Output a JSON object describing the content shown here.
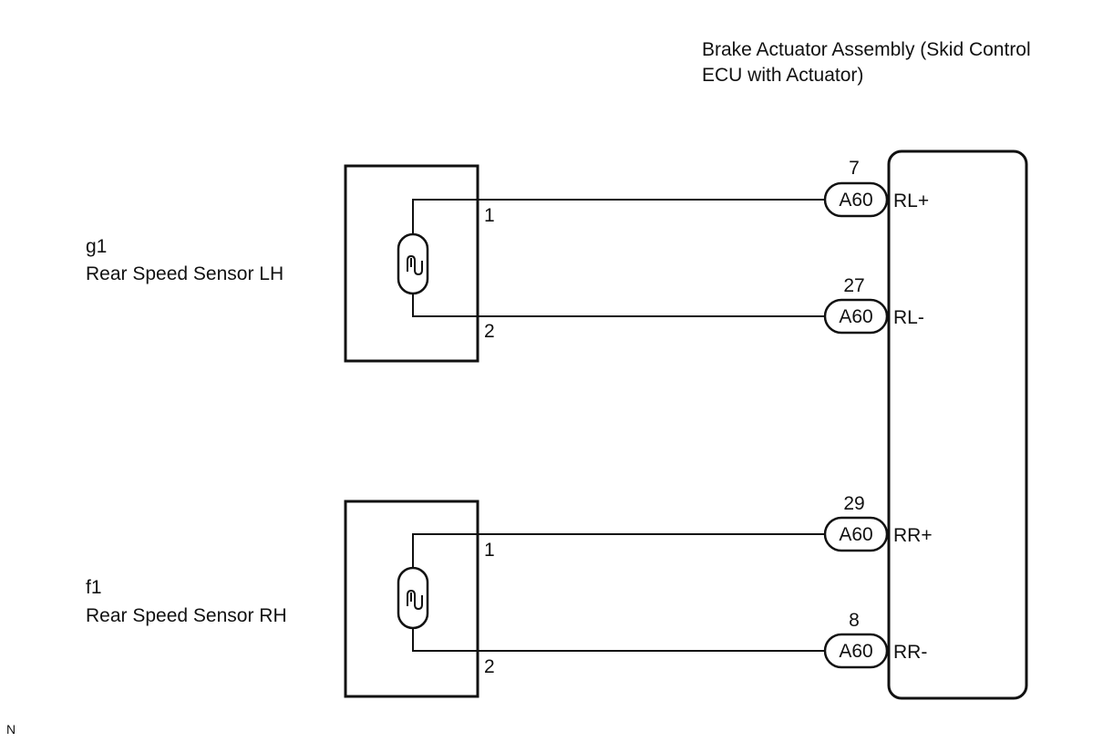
{
  "ecu": {
    "title_line1": "Brake Actuator Assembly (Skid Control",
    "title_line2": "ECU with Actuator)"
  },
  "sensors": [
    {
      "code": "g1",
      "name": "Rear Speed Sensor LH",
      "pin_top": "1",
      "pin_bottom": "2"
    },
    {
      "code": "f1",
      "name": "Rear Speed Sensor RH",
      "pin_top": "1",
      "pin_bottom": "2"
    }
  ],
  "connectors": [
    {
      "pin": "7",
      "connector": "A60",
      "terminal": "RL+"
    },
    {
      "pin": "27",
      "connector": "A60",
      "terminal": "RL-"
    },
    {
      "pin": "29",
      "connector": "A60",
      "terminal": "RR+"
    },
    {
      "pin": "8",
      "connector": "A60",
      "terminal": "RR-"
    }
  ],
  "footer_mark": "N"
}
